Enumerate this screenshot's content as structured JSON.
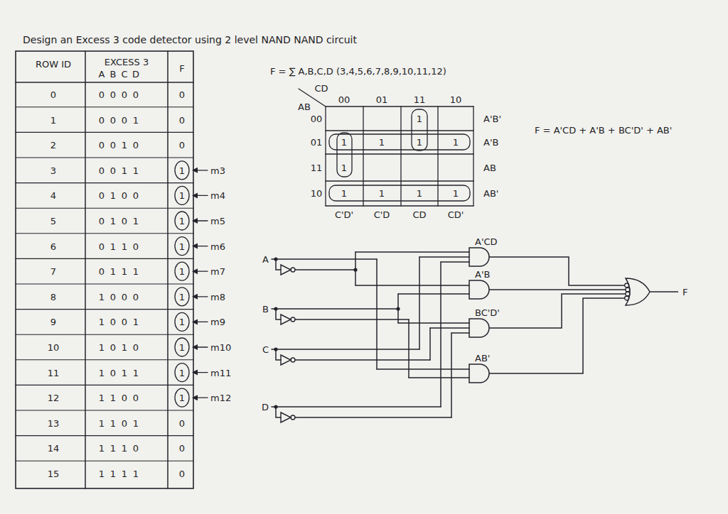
{
  "diagram": {
    "title": "Design an Excess 3 code detector using 2 level NAND NAND circuit",
    "nodes": [
      {
        "text": [
          "A'CD"
        ]
      },
      {
        "text": [
          "A'B"
        ]
      },
      {
        "text": [
          "BC'D'"
        ]
      },
      {
        "text": [
          "AB'"
        ]
      },
      {
        "text": [
          "F"
        ]
      }
    ],
    "edges": [
      {
        "from": 0,
        "to": 4,
        "arrow": "none"
      },
      {
        "from": 1,
        "to": 4,
        "arrow": "none"
      },
      {
        "from": 2,
        "to": 4,
        "arrow": "none"
      },
      {
        "from": 3,
        "to": 4,
        "arrow": "none"
      }
    ],
    "labels": [
      "ROW ID",
      "EXCESS 3",
      "A",
      "B",
      "C",
      "D",
      "F",
      "0",
      "0",
      "0",
      "0",
      "0",
      "0",
      "1",
      "0",
      "0",
      "0",
      "1",
      "0",
      "2",
      "0",
      "0",
      "1",
      "0",
      "0",
      "3",
      "0",
      "0",
      "1",
      "1",
      "1",
      "4",
      "0",
      "1",
      "0",
      "0",
      "1",
      "5",
      "0",
      "1",
      "0",
      "1",
      "1",
      "6",
      "0",
      "1",
      "1",
      "0",
      "1",
      "7",
      "0",
      "1",
      "1",
      "1",
      "1",
      "8",
      "1",
      "0",
      "0",
      "0",
      "1",
      "9",
      "1",
      "0",
      "0",
      "1",
      "1",
      "10",
      "1",
      "0",
      "1",
      "0",
      "1",
      "11",
      "1",
      "0",
      "1",
      "1",
      "1",
      "12",
      "1",
      "1",
      "0",
      "0",
      "1",
      "13",
      "1",
      "1",
      "0",
      "1",
      "0",
      "14",
      "1",
      "1",
      "1",
      "0",
      "0",
      "15",
      "1",
      "1",
      "1",
      "1",
      "0",
      "m3",
      "m4",
      "m5",
      "m6",
      "m7",
      "m8",
      "m9",
      "m10",
      "m11",
      "m12",
      "F = ∑ A,B,C,D (3,4,5,6,7,8,9,10,11,12)",
      "AB",
      "CD",
      "00",
      "01",
      "11",
      "10",
      "00",
      "01",
      "11",
      "10",
      "1",
      "1",
      "1",
      "1",
      "1",
      "1",
      "1",
      "1",
      "1",
      "1",
      "A'B'",
      "A'B",
      "AB",
      "AB'",
      "C'D'",
      "C'D",
      "CD",
      "CD'",
      "F = A'CD + A'B + BC'D' + AB'",
      "A",
      "B",
      "C",
      "D"
    ]
  }
}
